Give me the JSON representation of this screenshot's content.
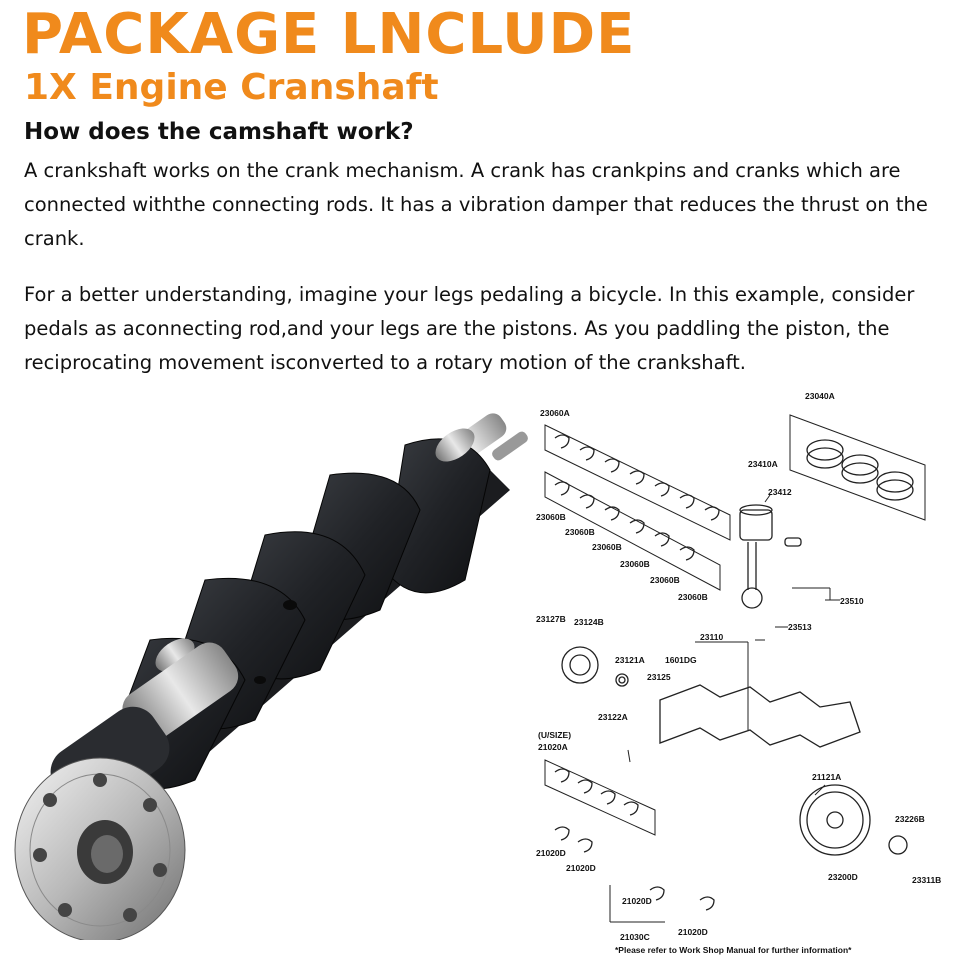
{
  "header": {
    "title": "PACKAGE LNCLUDE",
    "subtitle": "1X Engine Cranshaft"
  },
  "article": {
    "heading": "How does the camshaft work?",
    "paragraph1": "A crankshaft works on the crank mechanism. A crank has crankpins and cranks which are connected withthe connecting rods. It has a vibration damper that reduces the thrust on the crank.",
    "paragraph2": "For a better understanding, imagine your legs pedaling a bicycle. In this example, consider pedals as aconnecting rod,and your legs are the pistons. As you paddling the piston, the reciprocating movement isconverted to a rotary motion of the crankshaft."
  },
  "diagram": {
    "labels": {
      "l23060A": "23060A",
      "l23040A": "23040A",
      "l23410A": "23410A",
      "l23412": "23412",
      "l23060B_1": "23060B",
      "l23060B_2": "23060B",
      "l23060B_3": "23060B",
      "l23060B_4": "23060B",
      "l23060B_5": "23060B",
      "l23060B_6": "23060B",
      "l23510": "23510",
      "l23513": "23513",
      "l23127B": "23127B",
      "l23124B": "23124B",
      "l23110": "23110",
      "l23121A": "23121A",
      "l1601DG": "1601DG",
      "l23125": "23125",
      "l23122A": "23122A",
      "lUSIZE": "(U/SIZE)",
      "l21020A": "21020A",
      "l21121A": "21121A",
      "l23226B": "23226B",
      "l21020D_1": "21020D",
      "l21020D_2": "21020D",
      "l21020D_3": "21020D",
      "l21020D_4": "21020D",
      "l23200D": "23200D",
      "l23311B": "23311B",
      "l21030C": "21030C"
    },
    "footnote": "*Please refer to Work Shop Manual for further information*"
  },
  "colors": {
    "accent": "#f08a1c",
    "text": "#111111"
  }
}
